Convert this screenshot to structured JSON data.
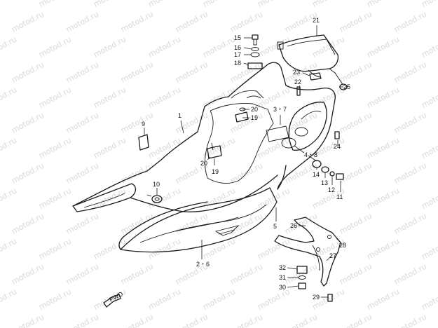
{
  "watermark": "motod.ru",
  "colors": {
    "line": "#1a1a1a",
    "watermark": "#b8b8b8",
    "background": "#ffffff"
  },
  "fwd_label": "FWD",
  "callouts": [
    {
      "id": "c21",
      "label": "21"
    },
    {
      "id": "c15",
      "label": "15"
    },
    {
      "id": "c16",
      "label": "16"
    },
    {
      "id": "c17",
      "label": "17"
    },
    {
      "id": "c18",
      "label": "18"
    },
    {
      "id": "c23",
      "label": "23"
    },
    {
      "id": "c25",
      "label": "25"
    },
    {
      "id": "c22",
      "label": "22"
    },
    {
      "id": "c20a",
      "label": "20"
    },
    {
      "id": "c19a",
      "label": "19"
    },
    {
      "id": "c37",
      "label": "3・7"
    },
    {
      "id": "c1",
      "label": "1"
    },
    {
      "id": "c9",
      "label": "9"
    },
    {
      "id": "c24",
      "label": "24"
    },
    {
      "id": "c48",
      "label": "4・8"
    },
    {
      "id": "c20b",
      "label": "20"
    },
    {
      "id": "c19b",
      "label": "19"
    },
    {
      "id": "c14",
      "label": "14"
    },
    {
      "id": "c13",
      "label": "13"
    },
    {
      "id": "c12",
      "label": "12"
    },
    {
      "id": "c11",
      "label": "11"
    },
    {
      "id": "c10",
      "label": "10"
    },
    {
      "id": "c5",
      "label": "5"
    },
    {
      "id": "c26",
      "label": "26"
    },
    {
      "id": "c28",
      "label": "28"
    },
    {
      "id": "c27",
      "label": "27"
    },
    {
      "id": "c26b",
      "label": "2・6"
    },
    {
      "id": "c32",
      "label": "32"
    },
    {
      "id": "c31",
      "label": "31"
    },
    {
      "id": "c30",
      "label": "30"
    },
    {
      "id": "c29",
      "label": "29"
    }
  ]
}
